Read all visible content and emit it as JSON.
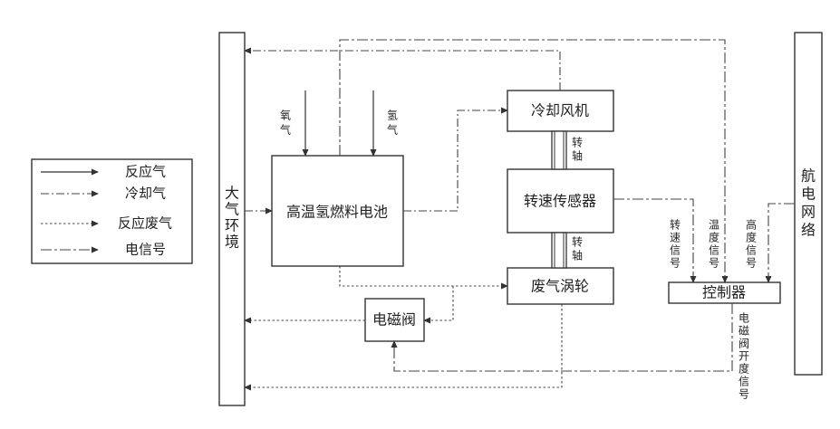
{
  "legend": {
    "items": [
      {
        "label": "反应气",
        "style": "solid"
      },
      {
        "label": "冷却气",
        "style": "dashdot"
      },
      {
        "label": "反应废气",
        "style": "dotted"
      },
      {
        "label": "电信号",
        "style": "longdashdot"
      }
    ]
  },
  "blocks": {
    "atmosphere": "大气环境",
    "fuel_cell": "高温氢燃料电池",
    "cooling_fan": "冷却风机",
    "speed_sensor": "转速传感器",
    "turbine": "废气涡轮",
    "solenoid_valve": "电磁阀",
    "controller": "控制器",
    "aviation_grid": "航电网络"
  },
  "labels": {
    "oxygen": "氧气",
    "hydrogen": "氢气",
    "shaft_upper": "转轴",
    "shaft_lower": "转轴",
    "speed_signal": "转速信号",
    "temp_signal": "温度信号",
    "altitude_signal": "高度信号",
    "valve_signal": "电磁阀开度信号"
  }
}
